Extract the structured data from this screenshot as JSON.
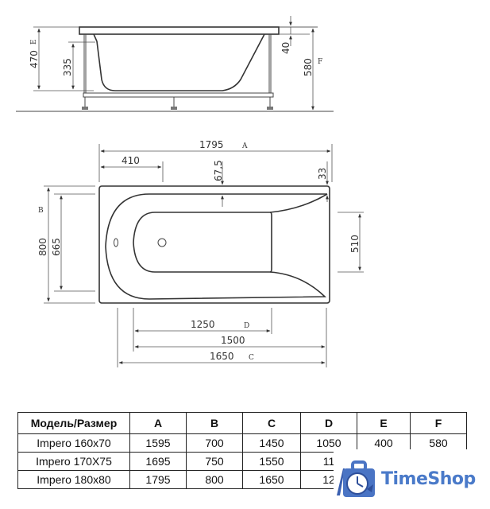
{
  "side_view": {
    "dimensions": {
      "total_height_label": "470",
      "total_height_letter": "E",
      "inner_depth": "335",
      "rim_thickness": "40",
      "overall_height": "580",
      "overall_height_letter": "F"
    }
  },
  "top_view": {
    "dimensions": {
      "length": "1795",
      "length_letter": "A",
      "drain_offset": "410",
      "rim_top": "67,5",
      "corner_offset": "33",
      "width": "800",
      "width_letter": "B",
      "inner_width": "665",
      "bottom_width": "510",
      "bottom_length": "1250",
      "bottom_length_letter": "D",
      "inner_length": "1500",
      "bowl_length": "1650",
      "bowl_length_letter": "C"
    }
  },
  "spec_table": {
    "headers": [
      "Модель/Размер",
      "A",
      "B",
      "C",
      "D",
      "E",
      "F"
    ],
    "rows": [
      [
        "Impero 160x70",
        "1595",
        "700",
        "1450",
        "1050",
        "400",
        "580"
      ],
      [
        "Impero 170X75",
        "1695",
        "750",
        "1550",
        "11",
        "",
        ""
      ],
      [
        "Impero 180x80",
        "1795",
        "800",
        "1650",
        "12",
        "",
        ""
      ]
    ]
  },
  "logo": {
    "text": "TimeShop",
    "brand_color": "#4a7ac9",
    "icon": "clock-bag-icon"
  }
}
